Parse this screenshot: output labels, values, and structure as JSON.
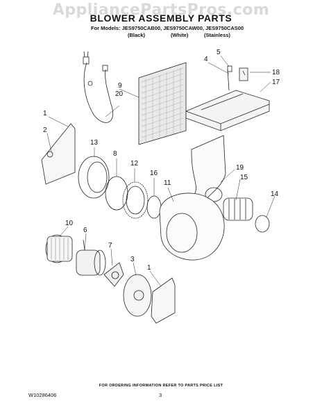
{
  "watermark": "AppliancePartsPros.com",
  "title": "BLOWER ASSEMBLY PARTS",
  "models_line": "For Models: JES9750CAB00, JES9750CAW00, JES9750CAS00",
  "variants": [
    "(Black)",
    "(White)",
    "(Stainless)"
  ],
  "part_callouts": [
    "1",
    "2",
    "13",
    "8",
    "12",
    "16",
    "11",
    "9",
    "20",
    "4",
    "5",
    "18",
    "17",
    "19",
    "15",
    "14",
    "10",
    "6",
    "7",
    "3",
    "1"
  ],
  "footer_note": "FOR ORDERING INFORMATION REFER TO PARTS PRICE LIST",
  "document_number": "W10286406",
  "page_number": "3"
}
